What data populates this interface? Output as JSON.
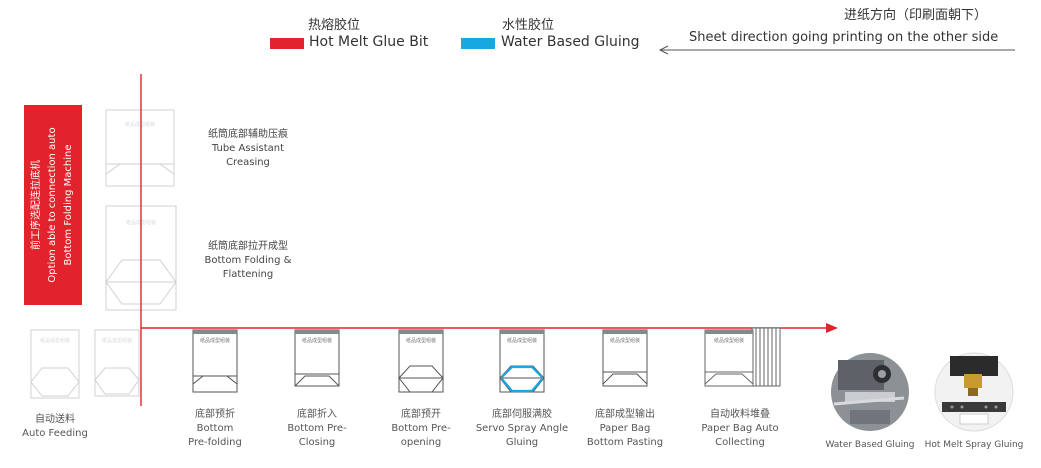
{
  "colors": {
    "hot_melt": "#e3232c",
    "water": "#16a9e1",
    "line": "#e3232c",
    "bag_stroke": "#555555"
  },
  "legend": {
    "hot_melt_cn": "热熔胶位",
    "hot_melt_en": "Hot Melt Glue Bit",
    "water_cn": "水性胶位",
    "water_en": "Water Based Gluing"
  },
  "direction": {
    "cn": "进纸方向（印刷面朝下）",
    "en": "Sheet direction going printing on the other side"
  },
  "option_box": {
    "cn": "前工序选配连拉底机",
    "en_line1": "Option able to connection auto",
    "en_line2": "Bottom Folding Machine"
  },
  "side_steps": [
    {
      "cn": "纸筒底部辅助压痕",
      "en1": "Tube Assistant",
      "en2": "Creasing"
    },
    {
      "cn": "纸筒底部拉开成型",
      "en1": "Bottom Folding &",
      "en2": "Flattening"
    }
  ],
  "steps": [
    {
      "cn": "自动送料",
      "en1": "Auto Feeding",
      "en2": ""
    },
    {
      "cn": "底部预折",
      "en1": "Bottom",
      "en2": "Pre-folding"
    },
    {
      "cn": "底部折入",
      "en1": "Bottom Pre-",
      "en2": "Closing"
    },
    {
      "cn": "底部预开",
      "en1": "Bottom Pre-",
      "en2": "opening"
    },
    {
      "cn": "底部伺服满胶",
      "en1": "Servo Spray Angle",
      "en2": "Gluing"
    },
    {
      "cn": "底部成型输出",
      "en1": "Paper Bag",
      "en2": "Bottom Pasting"
    },
    {
      "cn": "自动收料堆叠",
      "en1": "Paper Bag Auto",
      "en2": "Collecting"
    }
  ],
  "photos": [
    {
      "label": "Water Based Gluing",
      "icon": "water-gluing-unit-photo"
    },
    {
      "label": "Hot Melt Spray Gluing",
      "icon": "hot-melt-spray-unit-photo"
    }
  ],
  "bag_print": "纸品成型组装"
}
